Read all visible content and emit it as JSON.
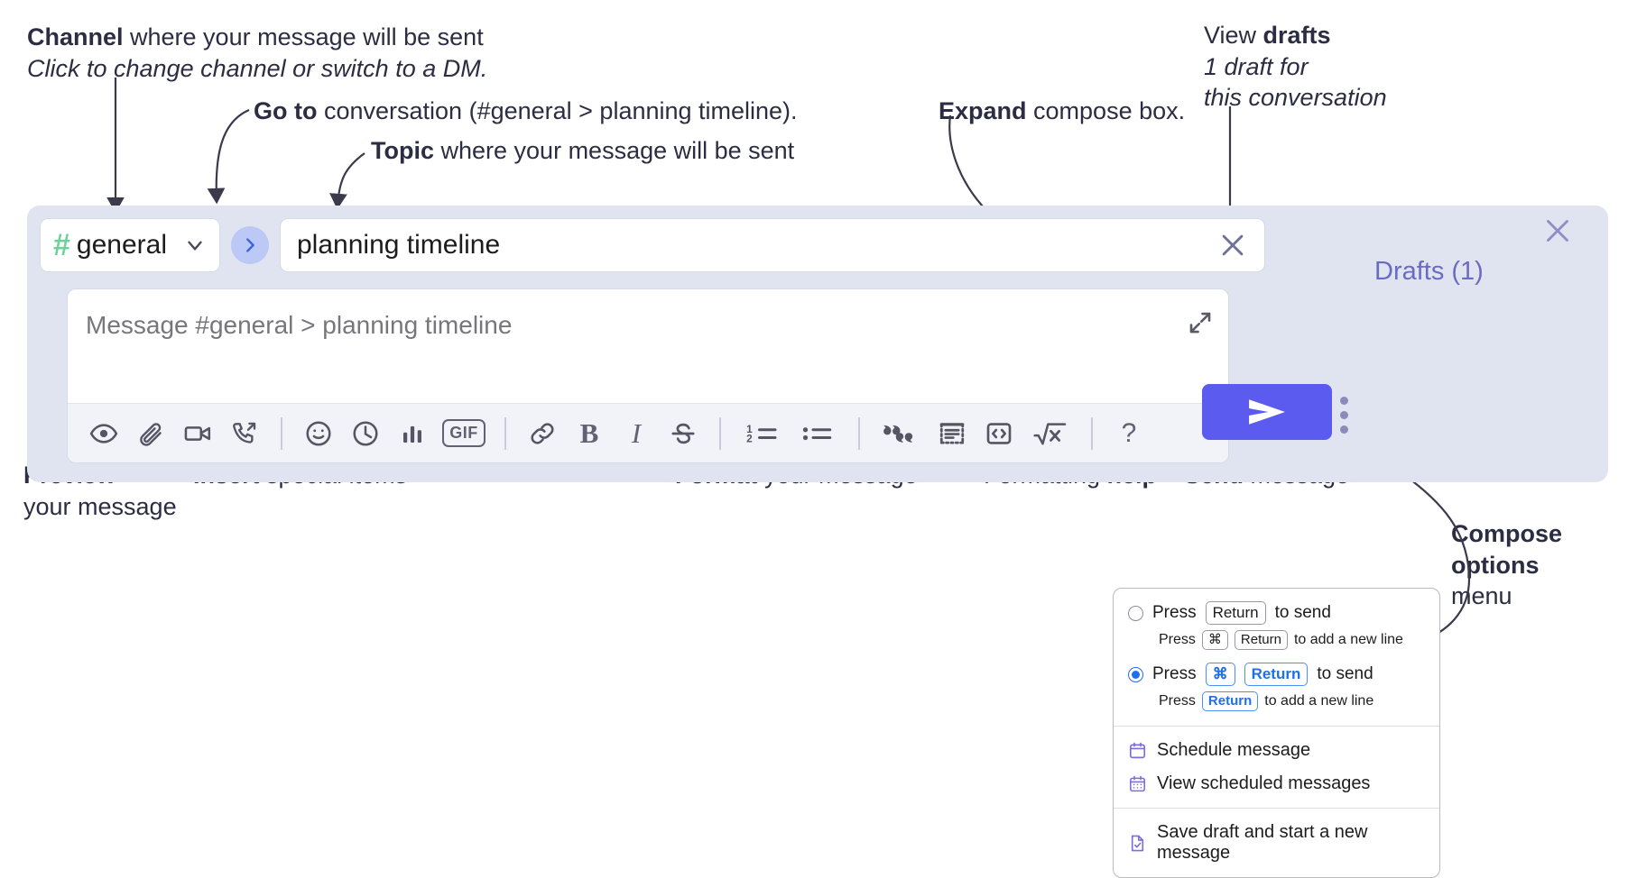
{
  "annotations": {
    "channel": {
      "bold": "Channel",
      "rest": " where your message will be sent",
      "italic": "Click to change channel or switch to a DM."
    },
    "goto": {
      "bold": "Go to",
      "rest": " conversation (#general > planning timeline)."
    },
    "topic": {
      "bold": "Topic",
      "rest": " where your message will be sent"
    },
    "expand": {
      "bold": "Expand",
      "rest": " compose box."
    },
    "drafts": {
      "pre": "View ",
      "bold": "drafts",
      "italic1": "1 draft for",
      "italic2": "this conversation"
    },
    "preview": {
      "bold": "Preview",
      "rest": "your message"
    },
    "insert": {
      "bold": "Insert",
      "rest": " special items"
    },
    "format": {
      "bold": "Format",
      "rest": " your message"
    },
    "help": {
      "pre": "Formatting ",
      "bold": "help"
    },
    "send": {
      "bold": "Send",
      "rest": " message"
    },
    "compose_options": {
      "bold1": "Compose",
      "bold2": "options",
      "rest": "menu"
    }
  },
  "compose": {
    "channel_name": "general",
    "hash_symbol": "#",
    "topic_value": "planning timeline",
    "message_placeholder": "Message #general > planning timeline",
    "drafts_label": "Drafts (1)",
    "toolbar": [
      {
        "name": "preview-icon",
        "label": "Preview"
      },
      {
        "name": "attachment-icon",
        "label": "Attach file"
      },
      {
        "name": "video-icon",
        "label": "Record video clip"
      },
      {
        "name": "audio-call-icon",
        "label": "Record audio clip"
      },
      {
        "name": "divider-1",
        "label": ""
      },
      {
        "name": "emoji-icon",
        "label": "Emoji"
      },
      {
        "name": "clock-icon",
        "label": "Reminder"
      },
      {
        "name": "poll-icon",
        "label": "Poll"
      },
      {
        "name": "gif-icon",
        "label": "GIF"
      },
      {
        "name": "divider-2",
        "label": ""
      },
      {
        "name": "link-icon",
        "label": "Link"
      },
      {
        "name": "bold-icon",
        "label": "B"
      },
      {
        "name": "italic-icon",
        "label": "I"
      },
      {
        "name": "strikethrough-icon",
        "label": "Strikethrough"
      },
      {
        "name": "divider-3",
        "label": ""
      },
      {
        "name": "ordered-list-icon",
        "label": "Ordered list"
      },
      {
        "name": "bulleted-list-icon",
        "label": "Bulleted list"
      },
      {
        "name": "divider-4",
        "label": ""
      },
      {
        "name": "blockquote-icon",
        "label": "Blockquote"
      },
      {
        "name": "code-block-icon",
        "label": "Code block"
      },
      {
        "name": "inline-code-icon",
        "label": "Inline code"
      },
      {
        "name": "math-icon",
        "label": "Math"
      },
      {
        "name": "divider-5",
        "label": ""
      },
      {
        "name": "formatting-help-icon",
        "label": "?"
      }
    ]
  },
  "menu": {
    "option1": {
      "press": "Press",
      "key": "Return",
      "tail": "to send",
      "sub_press": "Press",
      "sub_key1": "⌘",
      "sub_key2": "Return",
      "sub_tail": "to add a new line",
      "selected": false
    },
    "option2": {
      "press": "Press",
      "key1": "⌘",
      "key2": "Return",
      "tail": "to send",
      "sub_press": "Press",
      "sub_key": "Return",
      "sub_tail": "to add a new line",
      "selected": true
    },
    "items": [
      {
        "icon": "calendar-schedule-icon",
        "label": "Schedule message"
      },
      {
        "icon": "calendar-grid-icon",
        "label": "View scheduled messages"
      },
      {
        "icon": "save-draft-icon",
        "label": "Save draft and start a new message"
      }
    ]
  },
  "colors": {
    "accent_send": "#5b5bf0",
    "panel_bg": "#e0e3f0",
    "hash_green": "#6fd19a",
    "goto_blue": "#bcc8f5",
    "drafts_purple": "#6b6bc4",
    "radio_blue": "#1f6feb",
    "menu_icon_purple": "#7b6fe0",
    "text_dark": "#2b2d42"
  }
}
